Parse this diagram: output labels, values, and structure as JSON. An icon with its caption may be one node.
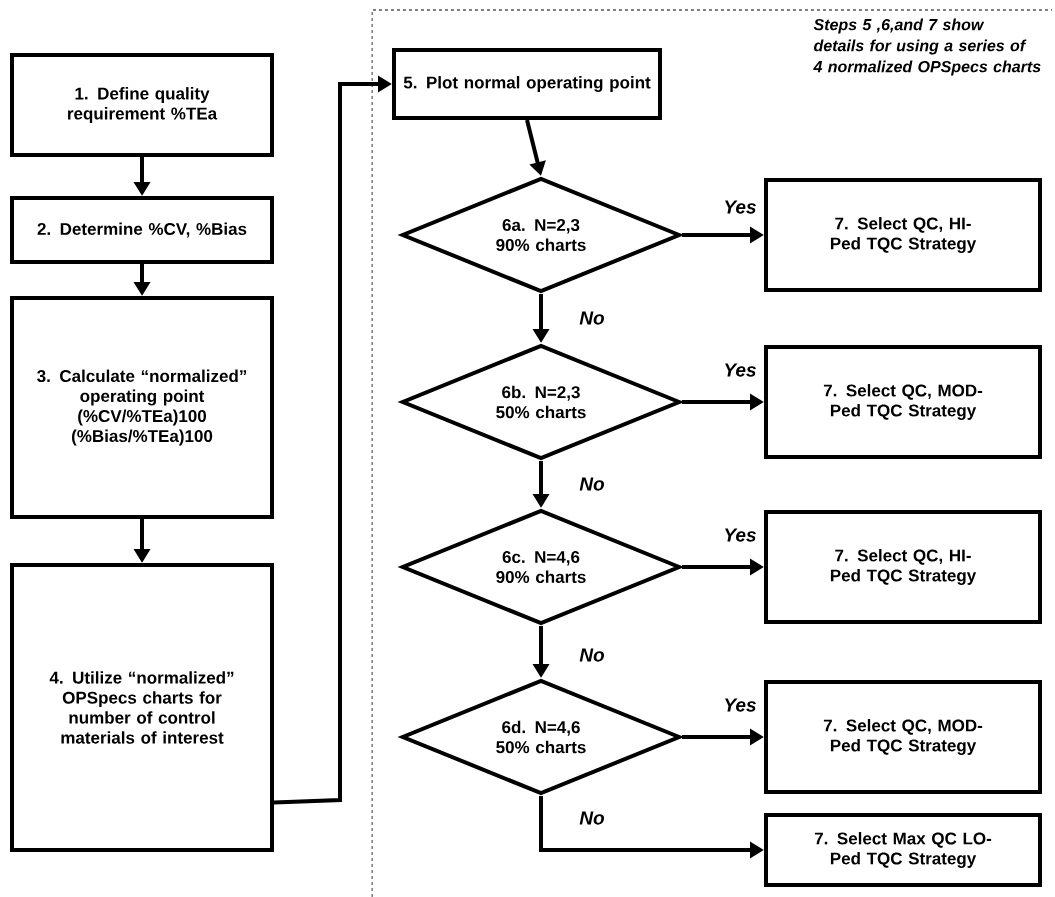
{
  "diagram": {
    "nodes": [
      {
        "text": [
          "1. Define quality requirement %TEa"
        ]
      },
      {
        "text": [
          "2. Determine %CV, %Bias"
        ]
      },
      {
        "text": [
          "3. Calculate “normalized” operating point (%CV/%TEa)100 (%Bias/%TEa)100"
        ]
      },
      {
        "text": [
          "4. Utilize “normalized” OPSpecs charts for number of control materials of interest"
        ]
      },
      {
        "text": [
          "5. Plot normal operating point"
        ]
      },
      {
        "text": [
          "6a. N=2,3 90% charts"
        ]
      },
      {
        "text": [
          "6b. N=2,3 50% charts"
        ]
      },
      {
        "text": [
          "6c. N=4,6 90% charts"
        ]
      },
      {
        "text": [
          "6d. N=4,6 50% charts"
        ]
      },
      {
        "text": [
          "7. Select QC, HI-Ped TQC Strategy"
        ]
      },
      {
        "text": [
          "7. Select QC, MOD-Ped TQC Strategy"
        ]
      },
      {
        "text": [
          "7. Select QC, HI-Ped TQC Strategy"
        ]
      },
      {
        "text": [
          "7. Select QC, MOD-Ped TQC Strategy"
        ]
      },
      {
        "text": [
          "7. Select Max QC LO-Ped TQC Strategy"
        ]
      }
    ],
    "edges": [
      {
        "from": 0,
        "to": 1,
        "arrow": "to"
      },
      {
        "from": 1,
        "to": 2,
        "arrow": "to"
      },
      {
        "from": 2,
        "to": 3,
        "arrow": "to"
      },
      {
        "from": 3,
        "to": 4,
        "arrow": "to"
      },
      {
        "from": 4,
        "to": 5,
        "arrow": "to"
      },
      {
        "from": 5,
        "to": 9,
        "arrow": "to",
        "label": "Yes"
      },
      {
        "from": 5,
        "to": 6,
        "arrow": "to",
        "label": "No"
      },
      {
        "from": 6,
        "to": 10,
        "arrow": "to",
        "label": "Yes"
      },
      {
        "from": 6,
        "to": 7,
        "arrow": "to",
        "label": "No"
      },
      {
        "from": 7,
        "to": 11,
        "arrow": "to",
        "label": "Yes"
      },
      {
        "from": 7,
        "to": 8,
        "arrow": "to",
        "label": "No"
      },
      {
        "from": 8,
        "to": 12,
        "arrow": "to",
        "label": "Yes"
      },
      {
        "from": 8,
        "to": 13,
        "arrow": "to",
        "label": "No"
      }
    ],
    "labels": [
      "Steps 5 ,6,and 7 show details for using a series of 4 normalized OPSpecs charts"
    ]
  }
}
